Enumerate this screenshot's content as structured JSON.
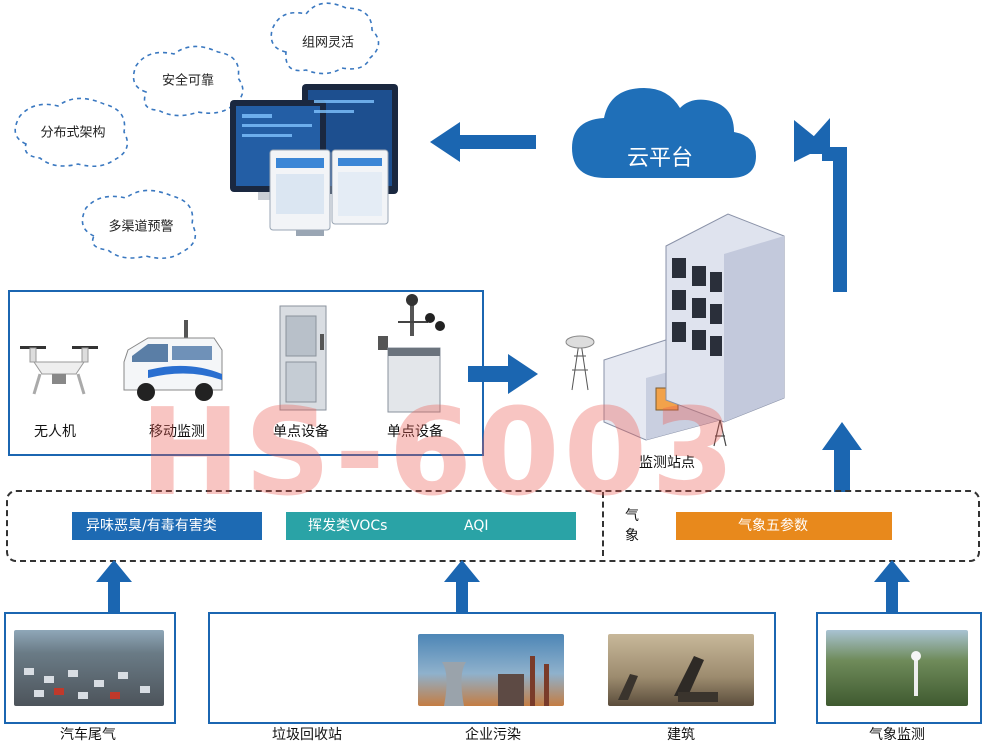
{
  "features": {
    "networking": "组网灵活",
    "secure": "安全可靠",
    "distributed": "分布式架构",
    "multichannel": "多渠道预警"
  },
  "cloud": {
    "label": "云平台"
  },
  "station": {
    "label": "监测站点"
  },
  "devices": [
    {
      "label": "无人机"
    },
    {
      "label": "移动监测"
    },
    {
      "label": "单点设备"
    },
    {
      "label": "单点设备"
    }
  ],
  "parameters": {
    "odor": "异味恶臭/有毒有害类",
    "vocs": "挥发类VOCs",
    "aqi": "AQI",
    "weather_side": "气\n象",
    "weather": "气象五参数"
  },
  "sources": {
    "traffic": "汽车尾气",
    "waste": "垃圾回收站",
    "industry": "企业污染",
    "construction": "建筑",
    "meteorology": "气象监测"
  },
  "watermark": "HS-6003",
  "colors": {
    "arrow_blue": "#1b66b1",
    "cloud_blue": "#1f6fb8",
    "bar_blue": "#1d6ab3",
    "bar_teal": "#2aa3a6",
    "bar_orange": "#e8891c"
  }
}
